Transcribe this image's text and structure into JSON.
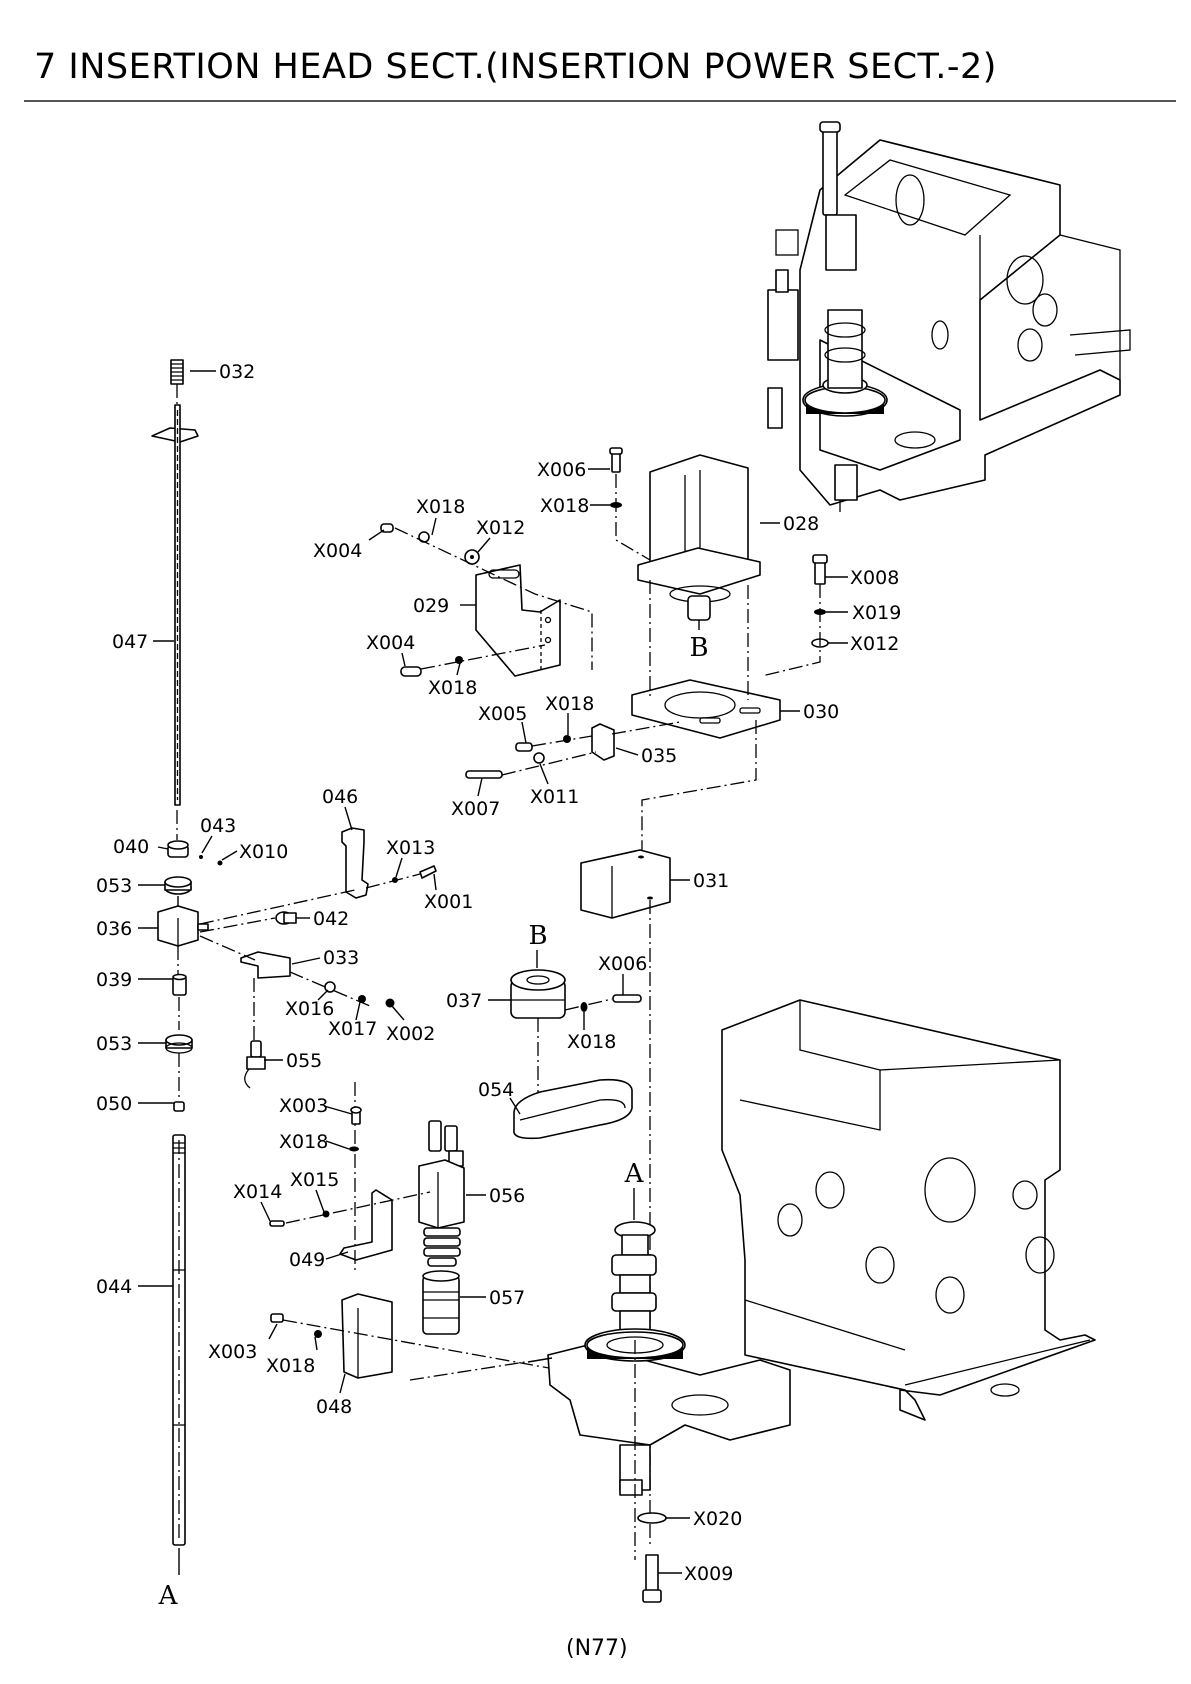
{
  "header": {
    "title": "7 INSERTION HEAD SECT.(INSERTION POWER SECT.-2)"
  },
  "footer": {
    "page_ref": "(N77)"
  },
  "reference_marks": {
    "a_top": "A",
    "a_bottom": "A",
    "b_motor": "B",
    "b_coupling": "B"
  },
  "callouts": {
    "c032": "032",
    "c047": "047",
    "c040": "040",
    "c043": "043",
    "cX010": "X010",
    "c053a": "053",
    "c036": "036",
    "c039": "039",
    "c053b": "053",
    "c050": "050",
    "c044": "044",
    "c046": "046",
    "cX013": "X013",
    "cX001": "X001",
    "c042": "042",
    "c033": "033",
    "cX016": "X016",
    "cX017": "X017",
    "cX002": "X002",
    "c055": "055",
    "cX003a": "X003",
    "cX018e": "X018",
    "cX015": "X015",
    "cX014": "X014",
    "c056": "056",
    "c049": "049",
    "c057": "057",
    "cX003b": "X003",
    "cX018f": "X018",
    "c048": "048",
    "cX006a": "X006",
    "cX018a": "X018",
    "c028": "028",
    "cX018b": "X018",
    "cX004a": "X004",
    "cX012a": "X012",
    "c029": "029",
    "cX004b": "X004",
    "cX018c": "X018",
    "cX008": "X008",
    "cX019": "X019",
    "cX012b": "X012",
    "c030": "030",
    "cX005": "X005",
    "cX018d": "X018",
    "c035": "035",
    "cX007": "X007",
    "cX011": "X011",
    "c031": "031",
    "c037": "037",
    "cX006b": "X006",
    "cX018g": "X018",
    "c054": "054",
    "cX020": "X020",
    "cX009": "X009"
  }
}
